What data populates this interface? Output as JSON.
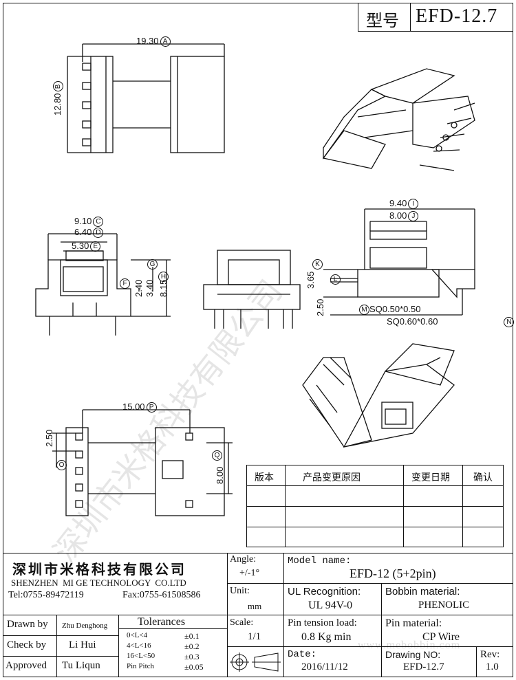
{
  "header": {
    "model_label": "型号",
    "model_value": "EFD-12.7"
  },
  "watermark": {
    "text": "深圳市米格科技有限公司",
    "url": "www.mebobbin.com"
  },
  "dimensions": [
    {
      "id": "A",
      "value": "19.30"
    },
    {
      "id": "B",
      "value": "12.80"
    },
    {
      "id": "C",
      "value": "9.10"
    },
    {
      "id": "D",
      "value": "6.40"
    },
    {
      "id": "E",
      "value": "5.30"
    },
    {
      "id": "F",
      "value": "2.40"
    },
    {
      "id": "G",
      "value": "3.40"
    },
    {
      "id": "H",
      "value": "8.15"
    },
    {
      "id": "I",
      "value": "9.40"
    },
    {
      "id": "J",
      "value": "8.00"
    },
    {
      "id": "K",
      "value": "3.65"
    },
    {
      "id": "L",
      "value": "2.50"
    },
    {
      "id": "M",
      "value": "SQ0.50*0.50"
    },
    {
      "id": "N",
      "value": "SQ0.60*0.60"
    },
    {
      "id": "O",
      "value": "2.50"
    },
    {
      "id": "P",
      "value": "15.00"
    },
    {
      "id": "Q",
      "value": "8.00"
    }
  ],
  "revision_table": {
    "headers": [
      "版本",
      "产品变更原因",
      "变更日期",
      "确认"
    ]
  },
  "title_block": {
    "company_cn": "深圳市米格科技有限公司",
    "company_en": "SHENZHEN  MI GE TECHNOLOGY  CO.LTD",
    "tel": "Tel:0755-89472119",
    "fax": "Fax:0755-61508586",
    "drawn_by_label": "Drawn by",
    "drawn_by": "Zhu Denghong",
    "check_by_label": "Check by",
    "check_by": "Li Hui",
    "approved_label": "Approved",
    "approved": "Tu Liqun",
    "tolerances_label": "Tolerances",
    "tol_rows": [
      {
        "range": "0<L<4",
        "tol": "±0.1"
      },
      {
        "range": "4<L<16",
        "tol": "±0.2"
      },
      {
        "range": "16<L<50",
        "tol": "±0.3"
      },
      {
        "range": "Pin Pitch",
        "tol": "±0.05"
      }
    ],
    "angle_label": "Angle:",
    "angle": "+/-1°",
    "unit_label": "Unit:",
    "unit": "mm",
    "scale_label": "Scale:",
    "scale": "1/1",
    "model_name_label": "Model name:",
    "model_name": "EFD-12 (5+2pin)",
    "ul_label": "UL Recognition:",
    "ul": "UL 94V-0",
    "bobbin_label": "Bobbin material:",
    "bobbin": "PHENOLIC",
    "pin_tension_label": "Pin tension load:",
    "pin_tension": "0.8 Kg min",
    "pin_material_label": "Pin material:",
    "pin_material": "CP Wire",
    "date_label": "Date:",
    "date": "2016/11/12",
    "drawing_no_label": "Drawing NO:",
    "drawing_no": "EFD-12.7",
    "rev_label": "Rev:",
    "rev": "1.0"
  }
}
